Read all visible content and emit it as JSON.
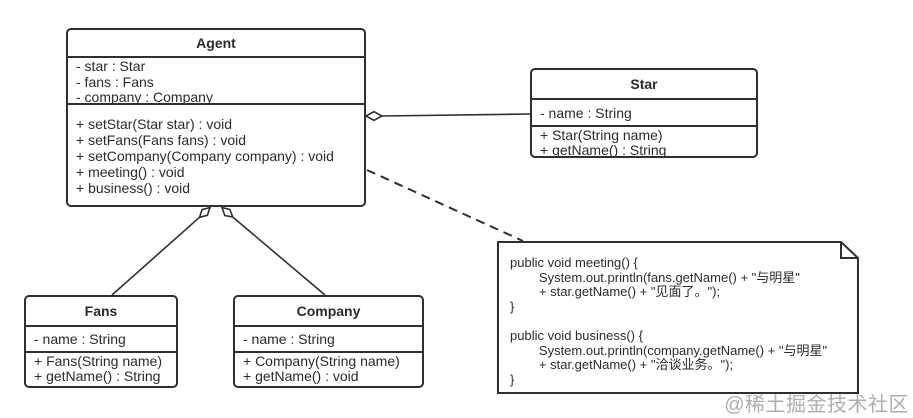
{
  "diagram": {
    "kind": "uml-class-diagram",
    "colors": {
      "stroke": "#2f2f2f",
      "text": "#2b2b2b",
      "background": "#ffffff",
      "watermark": "#aeaeae"
    },
    "classes": [
      {
        "name": "Agent",
        "attributes": [
          "- star : Star",
          "- fans : Fans",
          "- company : Company"
        ],
        "methods": [
          "+ setStar(Star star) : void",
          "+ setFans(Fans fans) : void",
          "+ setCompany(Company company) : void",
          "+ meeting() : void",
          "+ business() : void"
        ]
      },
      {
        "name": "Star",
        "attributes": [
          "- name : String"
        ],
        "methods": [
          "+ Star(String name)",
          "+ getName() : String"
        ]
      },
      {
        "name": "Fans",
        "attributes": [
          "- name : String"
        ],
        "methods": [
          "+ Fans(String name)",
          "+ getName() : String"
        ]
      },
      {
        "name": "Company",
        "attributes": [
          "- name : String"
        ],
        "methods": [
          "+ Company(String name)",
          "+ getName() : void"
        ]
      }
    ],
    "relationships": [
      {
        "from": "Agent",
        "to": "Star",
        "type": "aggregation"
      },
      {
        "from": "Agent",
        "to": "Fans",
        "type": "aggregation"
      },
      {
        "from": "Agent",
        "to": "Company",
        "type": "aggregation"
      },
      {
        "from": "Agent",
        "to": "code-note",
        "type": "note-anchor-dashed"
      }
    ],
    "note": {
      "lines": [
        "public void meeting() {",
        "        System.out.println(fans.getName() + \"与明星\"",
        "        + star.getName() + \"见面了。\");",
        "}",
        "",
        "public void business() {",
        "        System.out.println(company.getName() + \"与明星\"",
        "        + star.getName() + \"洽谈业务。\");",
        "}"
      ]
    },
    "watermark": "@稀土掘金技术社区"
  }
}
